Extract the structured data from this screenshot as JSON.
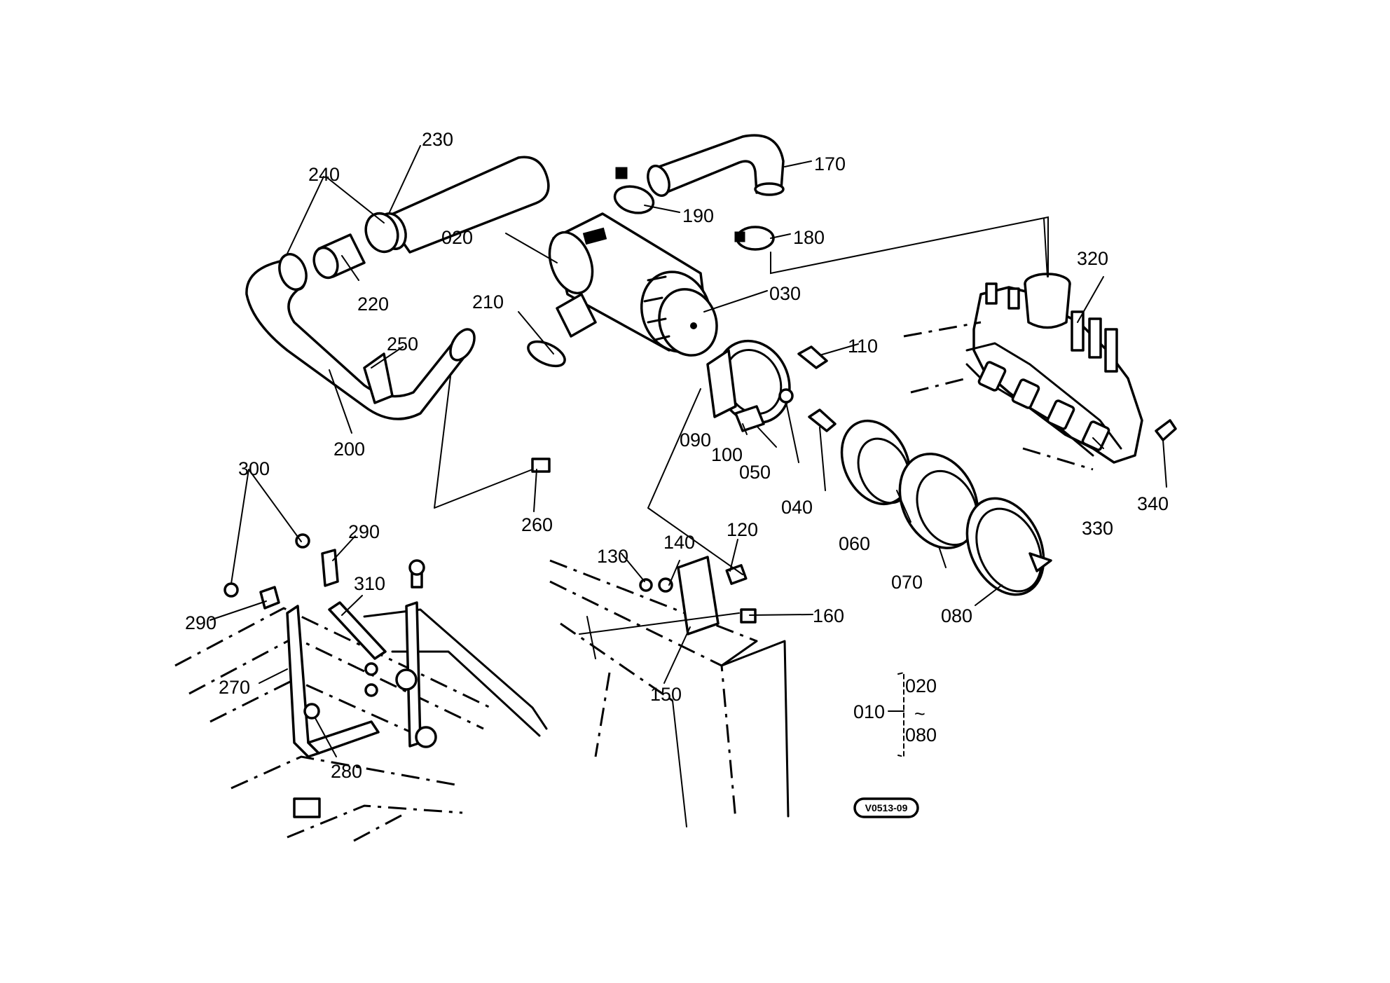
{
  "labels": {
    "p010": "010",
    "p020": "020",
    "p020b": "020",
    "p030": "030",
    "p040": "040",
    "p050": "050",
    "p060": "060",
    "p070": "070",
    "p080": "080",
    "p080b": "080",
    "p090": "090",
    "p100": "100",
    "p110": "110",
    "p120": "120",
    "p130": "130",
    "p140": "140",
    "p150": "150",
    "p160": "160",
    "p170": "170",
    "p180": "180",
    "p190": "190",
    "p200": "200",
    "p210": "210",
    "p220": "220",
    "p230": "230",
    "p240": "240",
    "p250": "250",
    "p260": "260",
    "p270": "270",
    "p280": "280",
    "p290a": "290",
    "p290b": "290",
    "p300": "300",
    "p310": "310",
    "p320": "320",
    "p330": "330",
    "p340": "340",
    "tilde": "~"
  },
  "stamp": "V0513-09"
}
